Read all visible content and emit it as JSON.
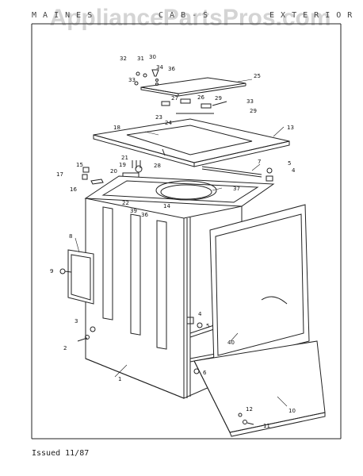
{
  "header": {
    "left": "M A I N E S",
    "center": "C A B - S",
    "right": "E X T E R I O R"
  },
  "watermark": "AppliancePartsPros.com",
  "footer": {
    "issued": "Issued 11/87"
  },
  "callouts": {
    "c1": "1",
    "c2": "2",
    "c3": "3",
    "c4a": "4",
    "c4b": "4",
    "c5a": "5",
    "c5b": "5",
    "c6": "6",
    "c7": "7",
    "c8": "8",
    "c9": "9",
    "c10": "10",
    "c11": "11",
    "c12": "12",
    "c13": "13",
    "c14": "14",
    "c15": "15",
    "c16": "16",
    "c17": "17",
    "c18": "18",
    "c19": "19",
    "c20": "20",
    "c21": "21",
    "c22": "22",
    "c23": "23",
    "c24": "24",
    "c25": "25",
    "c26": "26",
    "c27": "27",
    "c28": "28",
    "c29a": "29",
    "c29b": "29",
    "c30": "30",
    "c31": "31",
    "c32": "32",
    "c33a": "33",
    "c33b": "33",
    "c34": "34",
    "c36a": "36",
    "c36b": "36",
    "c37": "37",
    "c39": "39",
    "c40": "40"
  }
}
